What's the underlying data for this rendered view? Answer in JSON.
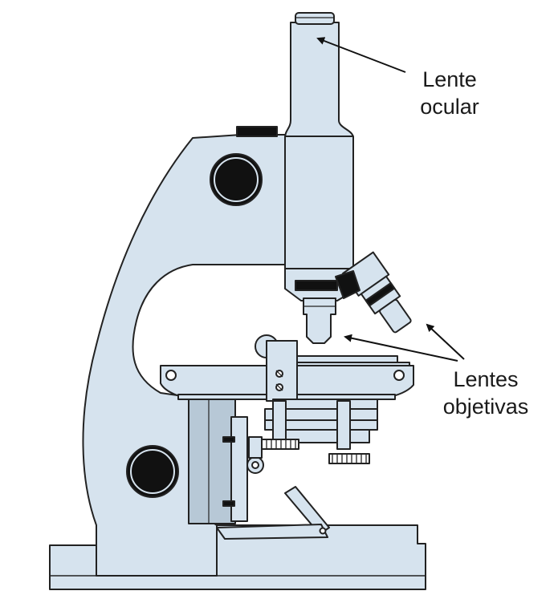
{
  "labels": {
    "ocular_line1": "Lente",
    "ocular_line2": "ocular",
    "objetivas_line1": "Lentes",
    "objetivas_line2": "objetivas"
  },
  "colors": {
    "body_fill": "#d6e3ee",
    "body_dark": "#b7c8d6",
    "outline": "#222222",
    "knob": "#111111"
  }
}
